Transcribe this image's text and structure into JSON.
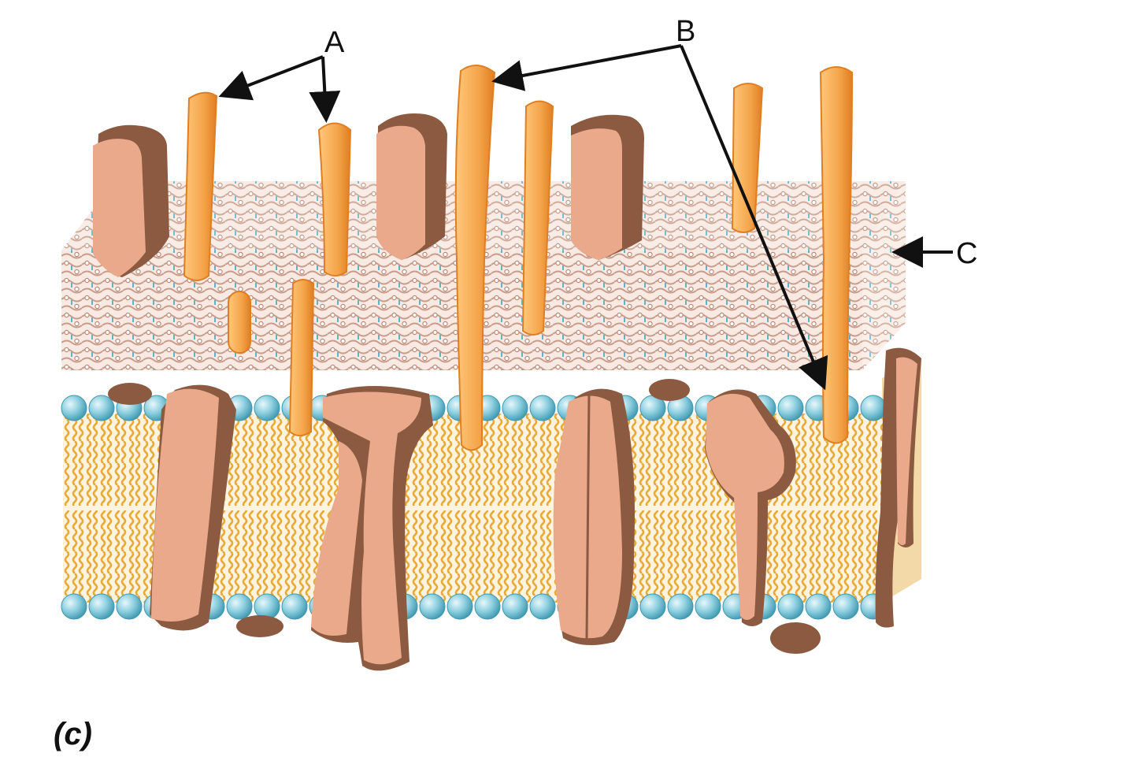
{
  "labels": {
    "a": "A",
    "b": "B",
    "c": "C"
  },
  "caption": "(c)",
  "colors": {
    "background": "#ffffff",
    "peptide_face": "#f8e9e2",
    "peptide_line": "#b98a78",
    "crosslink": "#5fb3c9",
    "teichoic_acid": "#f4a44a",
    "teichoic_acid_edge": "#e07e22",
    "protein_face": "#e9a98a",
    "protein_shadow": "#8b5a40",
    "phospholipid_head": "#8fd0e0",
    "phospholipid_tail": "#e8aa38",
    "membrane_interior": "#fdf3df",
    "arrow": "#111111"
  }
}
